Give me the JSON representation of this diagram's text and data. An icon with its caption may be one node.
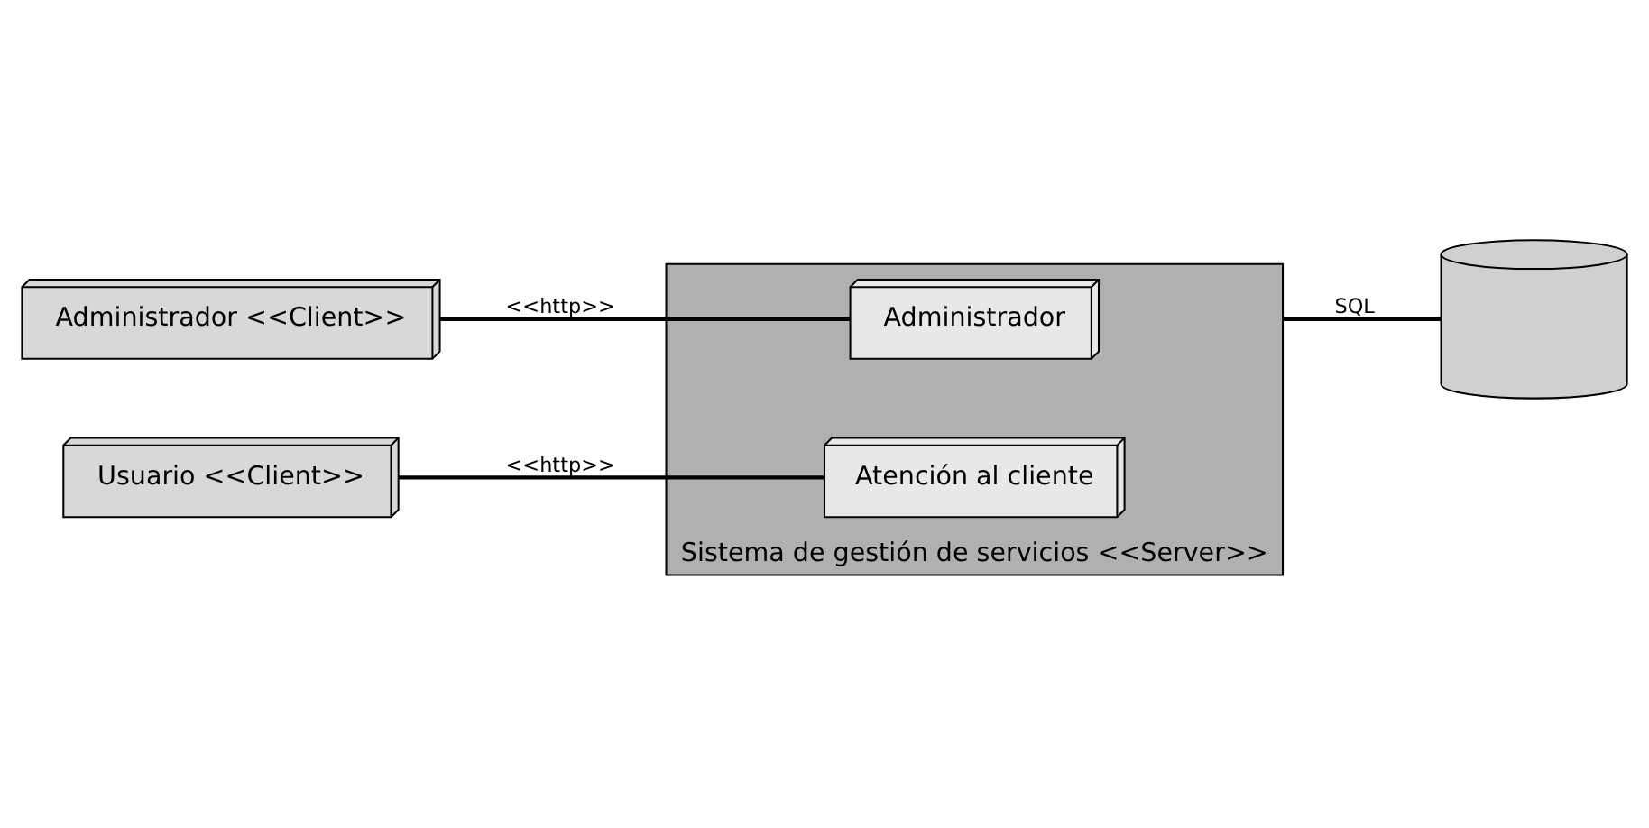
{
  "diagram": {
    "nodes": [
      {
        "text": [
          "Administrador <<Client>>"
        ]
      },
      {
        "text": [
          "Usuario <<Client>>"
        ]
      },
      {
        "text": [
          "Sistema de gestión de servicios <<Server>>"
        ]
      },
      {
        "text": [
          "Administrador"
        ],
        "in": 2
      },
      {
        "text": [
          "Atención al cliente"
        ],
        "in": 2
      },
      {
        "text": [],
        "shape": "cylinder"
      }
    ],
    "edges": [
      {
        "from": 0,
        "to": 3,
        "arrow": "none",
        "label": "<<http>>"
      },
      {
        "from": 1,
        "to": 4,
        "arrow": "none",
        "label": "<<http>>"
      },
      {
        "from": 2,
        "to": 5,
        "arrow": "none",
        "label": "SQL"
      }
    ]
  }
}
